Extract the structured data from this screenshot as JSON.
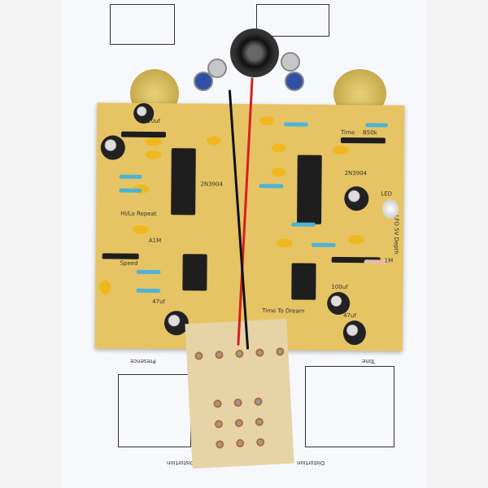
{
  "photo": {
    "subject": "",
    "pcb_labels": {
      "hi_lo_repeat": "Hi/Lo Repeat",
      "speed": "Speed",
      "a1m": "A1M",
      "time_to_dream": "Time To Dream",
      "transistor_1": "2N3904",
      "transistor_2": "2N3904",
      "led": "LED",
      "lfo_depth": "LFO 5V  Depth",
      "cap_10uf": "10uf",
      "cap_100uf": "100uf",
      "cap_47uf_left": "47uf",
      "cap_47uf_right": "47uf",
      "res_1m": "1M",
      "time": "Time",
      "b50k": "B50k"
    },
    "paper_labels": {
      "distortion_left": "Distortion",
      "distortion_right": "Distortion",
      "tone": "Tone",
      "presence": "Presence"
    },
    "colors": {
      "pcb": "#e6c464",
      "resistor": "#4db3d6",
      "capacitor": "#f0b81f",
      "wire_red": "#d62020",
      "wire_black": "#111111"
    }
  }
}
